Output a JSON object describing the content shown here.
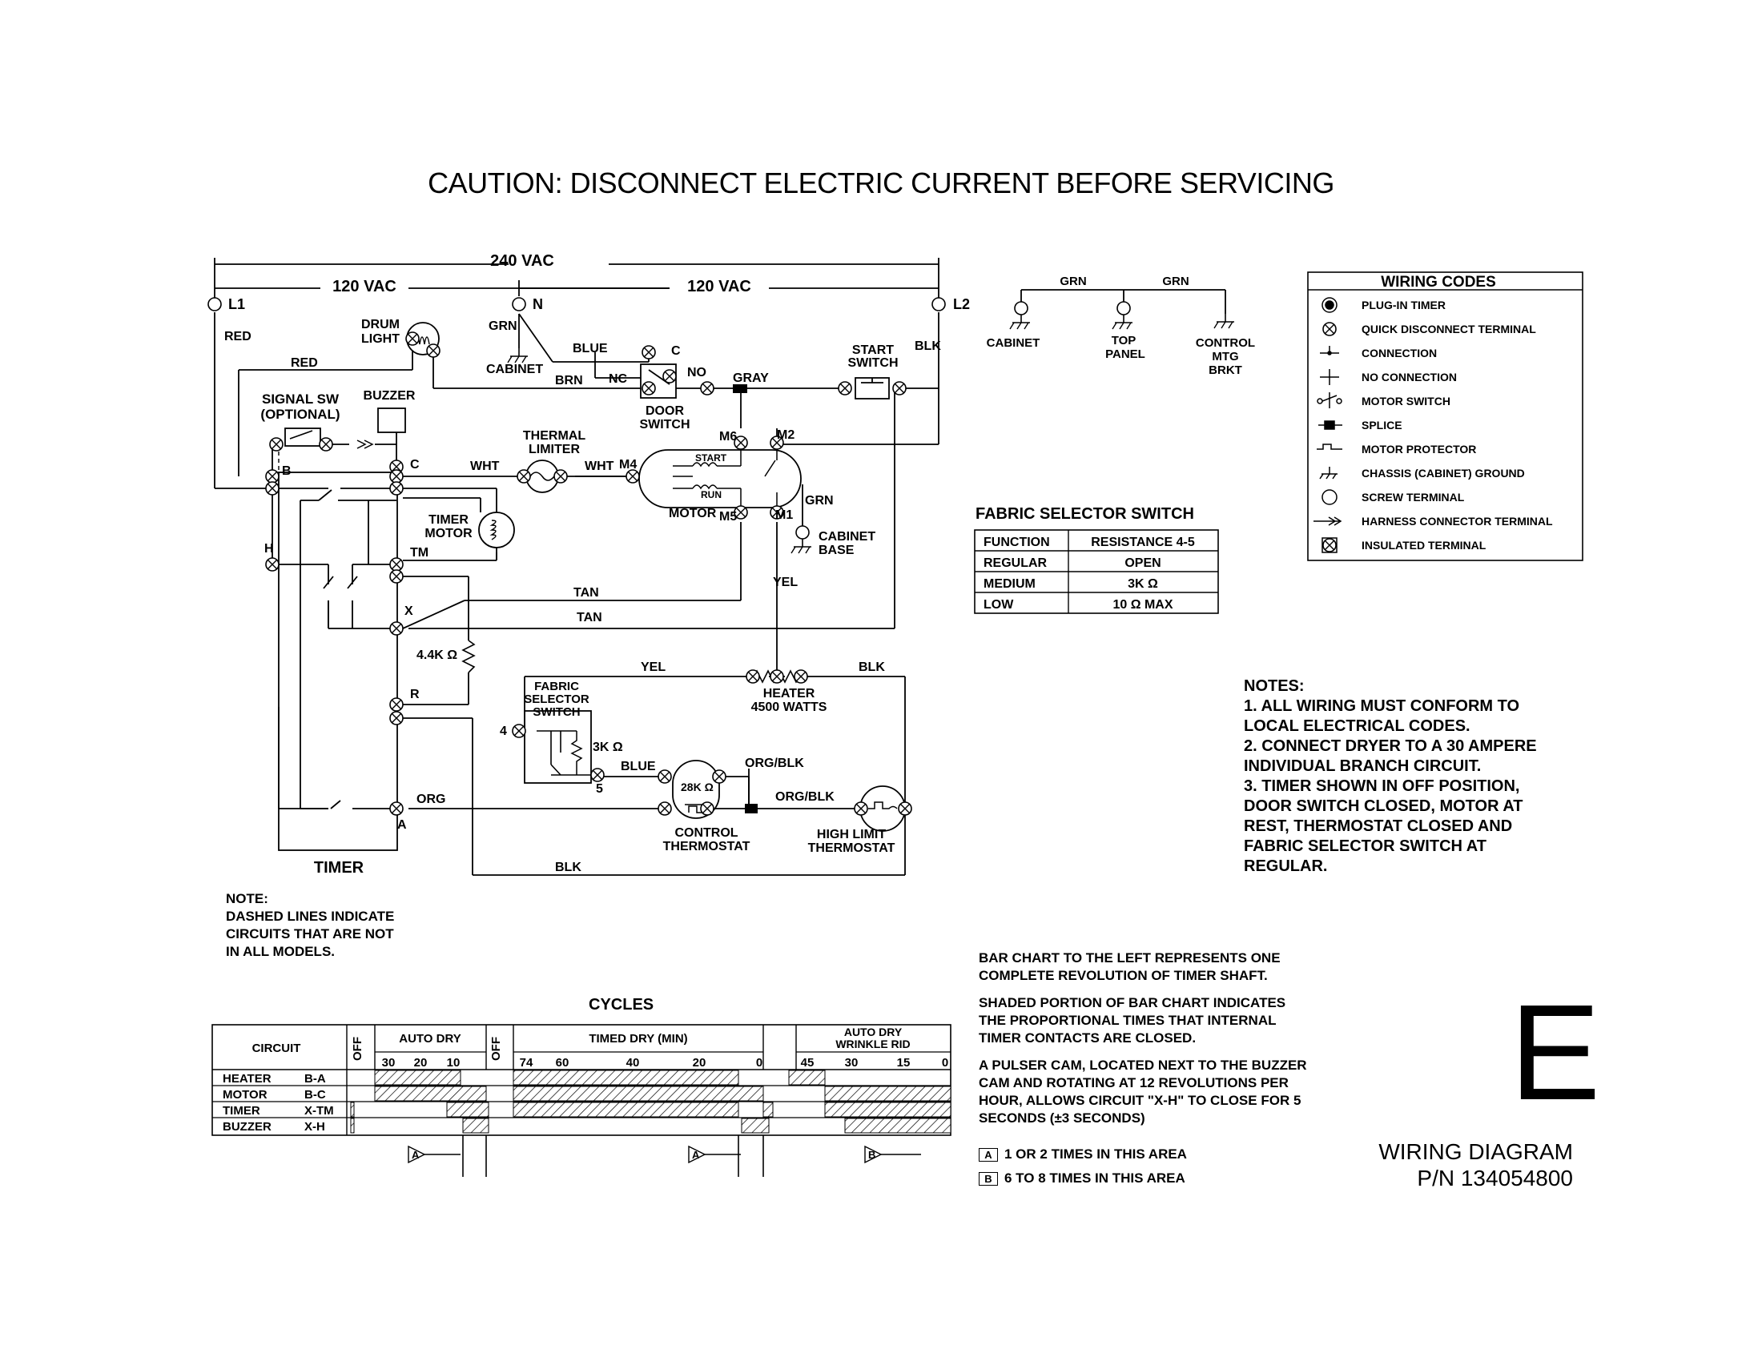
{
  "title": "CAUTION: DISCONNECT ELECTRIC CURRENT BEFORE SERVICING",
  "supply": {
    "total": "240 VAC",
    "left": "120 VAC",
    "right": "120 VAC",
    "l1": "L1",
    "n": "N",
    "l2": "L2"
  },
  "labels": {
    "red": "RED",
    "red2": "RED",
    "drum_light": [
      "DRUM",
      "LIGHT"
    ],
    "grn": "GRN",
    "cabinet": "CABINET",
    "blue": "BLUE",
    "brn": "BRN",
    "nc": "NC",
    "c_door": "C",
    "no": "NO",
    "door_switch": [
      "DOOR",
      "SWITCH"
    ],
    "gray": "GRAY",
    "start_switch": [
      "START",
      "SWITCH"
    ],
    "blk": "BLK",
    "signal_sw": [
      "SIGNAL SW",
      "(OPTIONAL)"
    ],
    "buzzer": "BUZZER",
    "thermal_limiter": [
      "THERMAL",
      "LIMITER"
    ],
    "wht": "WHT",
    "wht2": "WHT",
    "m4": "M4",
    "m6": "M6",
    "m2": "M2",
    "m5": "M5",
    "m1": "M1",
    "start": "START",
    "run": "RUN",
    "motor": "MOTOR",
    "grn2": "GRN",
    "cabinet_base": [
      "CABINET",
      "BASE"
    ],
    "yel": "YEL",
    "b": "B",
    "c": "C",
    "h": "H",
    "tm": "TM",
    "x": "X",
    "r": "R",
    "a": "A",
    "timer_motor": [
      "TIMER",
      "MOTOR"
    ],
    "tan": "TAN",
    "tan2": "TAN",
    "res44": "4.4K Ω",
    "yel2": "YEL",
    "blk2": "BLK",
    "heater": [
      "HEATER",
      "4500 WATTS"
    ],
    "fabric_selector": [
      "FABRIC",
      "SELECTOR",
      "SWITCH"
    ],
    "t4": "4",
    "t5": "5",
    "res3k": "3K Ω",
    "blue2": "BLUE",
    "res28k": "28K Ω",
    "orgblk": "ORG/BLK",
    "orgblk2": "ORG/BLK",
    "org": "ORG",
    "control_thermostat": [
      "CONTROL",
      "THERMOSTAT"
    ],
    "high_limit": [
      "HIGH LIMIT",
      "THERMOSTAT"
    ],
    "blk3": "BLK",
    "timer": "TIMER"
  },
  "grounds": {
    "grn1": "GRN",
    "grn2": "GRN",
    "items": [
      "CABINET",
      "TOP\nPANEL",
      "CONTROL\nMTG\nBRKT"
    ]
  },
  "wiring_codes": {
    "title": "WIRING CODES",
    "items": [
      "PLUG-IN TIMER",
      "QUICK DISCONNECT TERMINAL",
      "CONNECTION",
      "NO CONNECTION",
      "MOTOR SWITCH",
      "SPLICE",
      "MOTOR PROTECTOR",
      "CHASSIS (CABINET) GROUND",
      "SCREW TERMINAL",
      "HARNESS CONNECTOR TERMINAL",
      "INSULATED TERMINAL"
    ]
  },
  "fabric_table": {
    "title": "FABRIC SELECTOR SWITCH",
    "header": [
      "FUNCTION",
      "RESISTANCE 4-5"
    ],
    "rows": [
      [
        "REGULAR",
        "OPEN"
      ],
      [
        "MEDIUM",
        "3K Ω"
      ],
      [
        "LOW",
        "10 Ω  MAX"
      ]
    ]
  },
  "notes": {
    "head": "NOTES:",
    "items": [
      "1. ALL WIRING MUST CONFORM TO LOCAL ELECTRICAL CODES.",
      "2. CONNECT DRYER TO A 30 AMPERE INDIVIDUAL BRANCH CIRCUIT.",
      "3. TIMER SHOWN IN OFF POSITION, DOOR SWITCH CLOSED, MOTOR AT REST, THERMOSTAT CLOSED AND FABRIC SELECTOR SWITCH AT REGULAR."
    ]
  },
  "dashed_note": [
    "NOTE:",
    "DASHED LINES INDICATE",
    "CIRCUITS THAT ARE NOT",
    "IN ALL MODELS."
  ],
  "cycles": {
    "title": "CYCLES",
    "circuit_head": "CIRCUIT",
    "off": "OFF",
    "auto_dry": "AUTO DRY",
    "timed_dry": "TIMED DRY (MIN)",
    "auto_wrinkle": [
      "AUTO DRY",
      "WRINKLE RID"
    ],
    "ticks_auto": [
      "30",
      "20",
      "10"
    ],
    "ticks_timed": [
      "74",
      "60",
      "40",
      "20",
      "0"
    ],
    "ticks_wr": [
      "45",
      "30",
      "15",
      "0"
    ],
    "rows": [
      [
        "HEATER",
        "B-A"
      ],
      [
        "MOTOR",
        "B-C"
      ],
      [
        "TIMER",
        "X-TM"
      ],
      [
        "BUZZER",
        "X-H"
      ]
    ],
    "markers": [
      "A",
      "A",
      "B"
    ]
  },
  "bar_notes": [
    "BAR CHART TO THE LEFT REPRESENTS ONE COMPLETE REVOLUTION OF TIMER SHAFT.",
    "SHADED PORTION OF BAR CHART INDICATES THE PROPORTIONAL TIMES THAT INTERNAL TIMER CONTACTS ARE CLOSED.",
    "A PULSER CAM, LOCATED NEXT TO THE BUZZER CAM AND ROTATING AT 12 REVOLUTIONS PER HOUR, ALLOWS CIRCUIT \"X-H\" TO CLOSE FOR 5 SECONDS (±3 SECONDS)"
  ],
  "bar_markers": [
    {
      "letter": "A",
      "text": "1 OR 2 TIMES IN THIS AREA"
    },
    {
      "letter": "B",
      "text": "6 TO 8 TIMES IN THIS AREA"
    }
  ],
  "footer": {
    "wiring_diagram": "WIRING DIAGRAM",
    "pn": "P/N 134054800",
    "letter": "E"
  }
}
